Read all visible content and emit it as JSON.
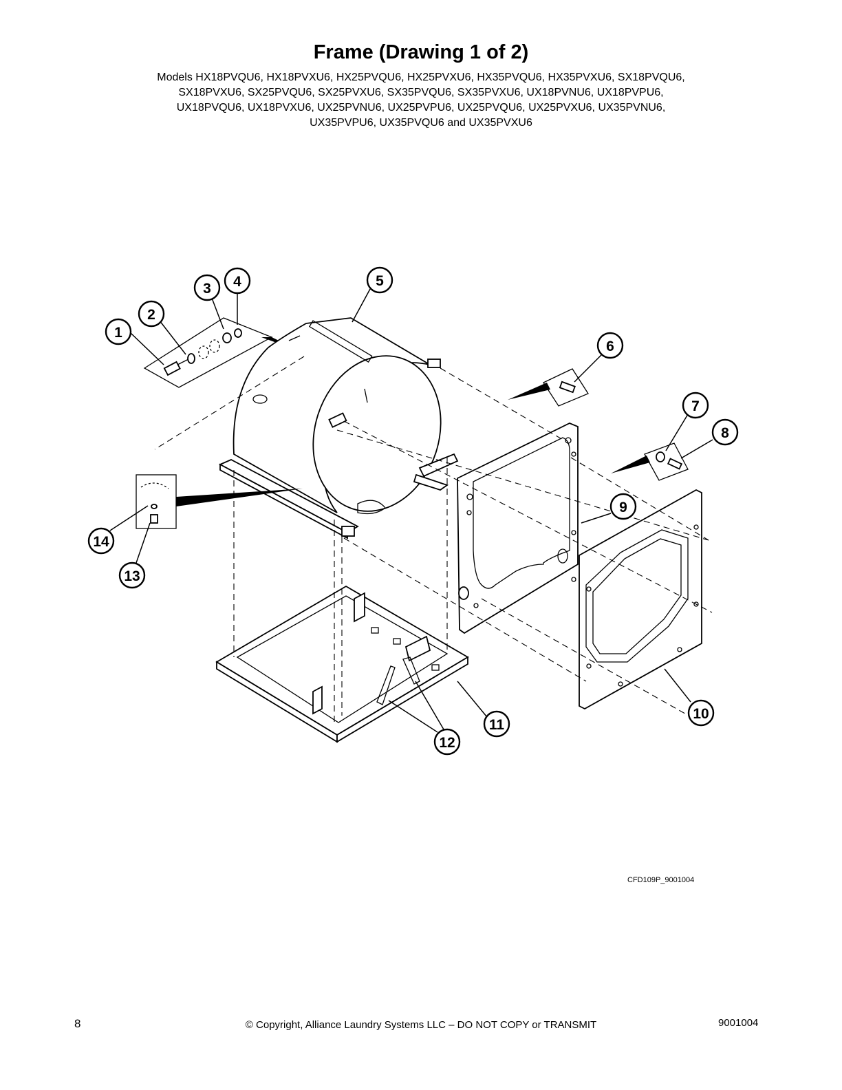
{
  "title": "Frame (Drawing 1 of 2)",
  "models_lines": [
    "Models HX18PVQU6, HX18PVXU6, HX25PVQU6, HX25PVXU6, HX35PVQU6, HX35PVXU6, SX18PVQU6,",
    "SX18PVXU6, SX25PVQU6, SX25PVXU6, SX35PVQU6, SX35PVXU6, UX18PVNU6, UX18PVPU6,",
    "UX18PVQU6, UX18PVXU6, UX25PVNU6, UX25PVPU6, UX25PVQU6, UX25PVXU6, UX35PVNU6,",
    "UX35PVPU6, UX35PVQU6 and UX35PVXU6"
  ],
  "callouts": [
    "1",
    "2",
    "3",
    "4",
    "5",
    "6",
    "7",
    "8",
    "9",
    "10",
    "11",
    "12",
    "13",
    "14"
  ],
  "drawing_code": "CFD109P_9001004",
  "footer": {
    "page_number": "8",
    "copyright": "© Copyright, Alliance Laundry Systems LLC – DO NOT COPY or TRANSMIT",
    "doc_number": "9001004"
  }
}
